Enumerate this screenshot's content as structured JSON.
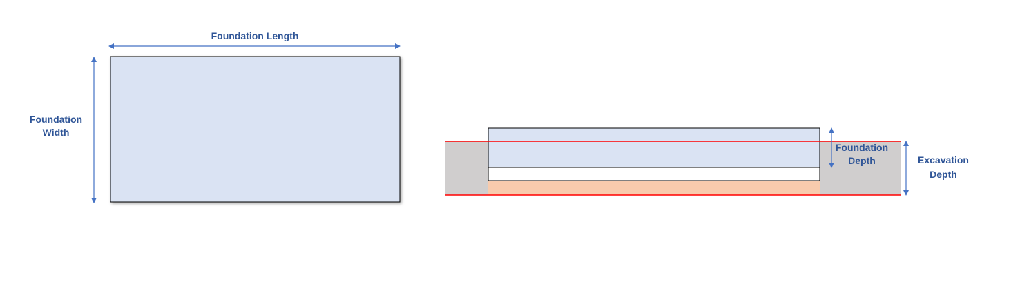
{
  "colors": {
    "label": "#2F5597",
    "arrow": "#4472C4",
    "foundation_fill": "#DAE3F3",
    "outline": "#000000",
    "soil_fill": "#D0CECE",
    "bedding_fill": "#F8CBAD",
    "excavation_line": "#FF0000"
  },
  "plan_view": {
    "length_label": "Foundation Length",
    "width_label_line1": "Foundation",
    "width_label_line2": "Width"
  },
  "section_view": {
    "foundation_depth_line1": "Foundation",
    "foundation_depth_line2": "Depth",
    "excavation_depth_line1": "Excavation",
    "excavation_depth_line2": "Depth"
  }
}
